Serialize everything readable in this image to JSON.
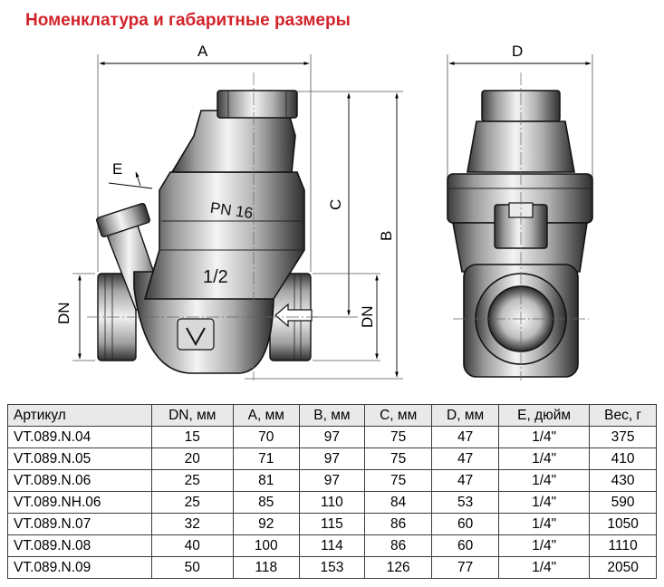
{
  "title": "Номенклатура и габаритные размеры",
  "drawing": {
    "labels": {
      "A": "A",
      "B": "B",
      "C": "C",
      "D": "D",
      "E": "E",
      "DN_left": "DN",
      "DN_right": "DN"
    },
    "body_text": {
      "pressure": "PN 16",
      "size": "1/2"
    }
  },
  "table": {
    "headers": [
      "Артикул",
      "DN, мм",
      "A, мм",
      "B, мм",
      "C, мм",
      "D, мм",
      "E, дюйм",
      "Вес, г"
    ],
    "rows": [
      [
        "VT.089.N.04",
        "15",
        "70",
        "97",
        "75",
        "47",
        "1/4\"",
        "375"
      ],
      [
        "VT.089.N.05",
        "20",
        "71",
        "97",
        "75",
        "47",
        "1/4\"",
        "410"
      ],
      [
        "VT.089.N.06",
        "25",
        "81",
        "97",
        "75",
        "47",
        "1/4\"",
        "430"
      ],
      [
        "VT.089.NH.06",
        "25",
        "85",
        "110",
        "84",
        "53",
        "1/4\"",
        "590"
      ],
      [
        "VT.089.N.07",
        "32",
        "92",
        "115",
        "86",
        "60",
        "1/4\"",
        "1050"
      ],
      [
        "VT.089.N.08",
        "40",
        "100",
        "114",
        "86",
        "60",
        "1/4\"",
        "1110"
      ],
      [
        "VT.089.N.09",
        "50",
        "118",
        "153",
        "126",
        "77",
        "1/4\"",
        "2050"
      ]
    ]
  }
}
